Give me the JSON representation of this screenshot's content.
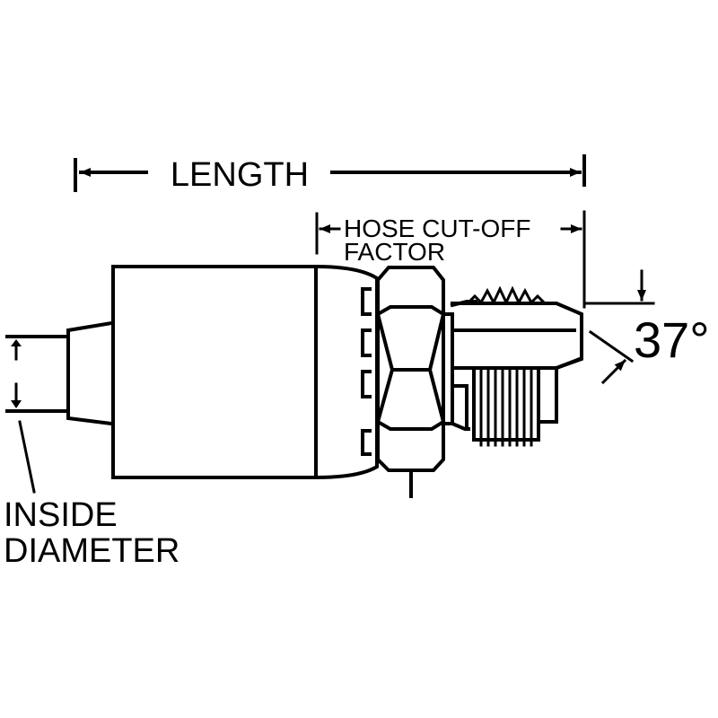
{
  "labels": {
    "length": "LENGTH",
    "hose_cutoff_line1": "HOSE CUT-OFF",
    "hose_cutoff_line2": "FACTOR",
    "angle": "37°",
    "inside_diameter_line1": "INSIDE",
    "inside_diameter_line2": "DIAMETER"
  },
  "colors": {
    "ink": "#000000",
    "background": "#ffffff"
  }
}
